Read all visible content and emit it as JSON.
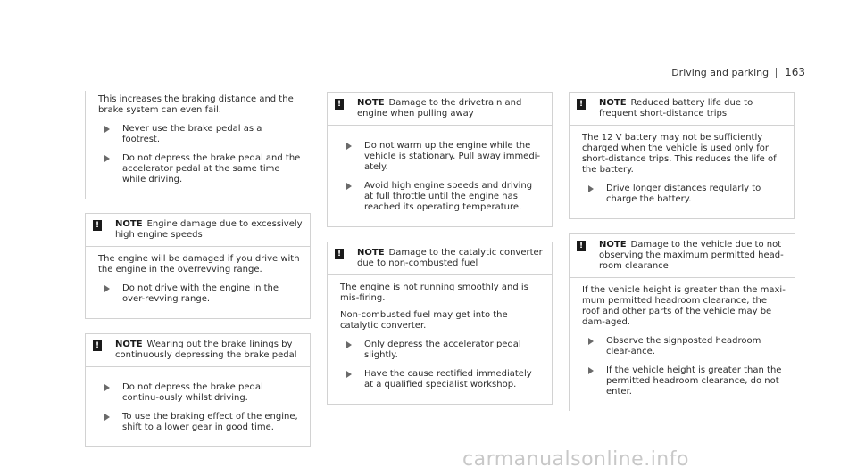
{
  "header": {
    "section": "Driving and parking",
    "page": "163"
  },
  "columns": [
    {
      "intro": {
        "paragraph": "This increases the braking distance and the brake system can even fail.",
        "bullets": [
          "Never use the brake pedal as a footrest.",
          "Do not depress the brake pedal and the accelerator pedal at the same time while driving."
        ]
      },
      "notes": [
        {
          "label": "NOTE",
          "title": "Engine damage due to excessively high engine speeds",
          "paragraphs": [
            "The engine will be damaged if you drive with the engine in the overrevving range."
          ],
          "bullets": [
            "Do not drive with the engine in the over-revving range."
          ]
        },
        {
          "label": "NOTE",
          "title": "Wearing out the brake linings by continuously depressing the brake pedal",
          "paragraphs": [],
          "bullets": [
            "Do not depress the brake pedal continu-ously whilst driving.",
            "To use the braking effect of the engine, shift to a lower gear in good time."
          ]
        }
      ]
    },
    {
      "notes": [
        {
          "label": "NOTE",
          "title": "Damage to the drivetrain and engine when pulling away",
          "paragraphs": [],
          "bullets": [
            "Do not warm up the engine while the vehicle is stationary. Pull away immedi-ately.",
            "Avoid high engine speeds and driving at full throttle until the engine has reached its operating temperature."
          ]
        },
        {
          "label": "NOTE",
          "title": "Damage to the catalytic converter due to non-combusted fuel",
          "paragraphs": [
            "The engine is not running smoothly and is mis-firing.",
            "Non-combusted fuel may get into the catalytic converter."
          ],
          "bullets": [
            "Only depress the accelerator pedal slightly.",
            "Have the cause rectified immediately at a qualified specialist workshop."
          ]
        }
      ]
    },
    {
      "notes": [
        {
          "label": "NOTE",
          "title": "Reduced battery life due to frequent short-distance trips",
          "paragraphs": [
            "The 12 V battery may not be sufficiently charged when the vehicle is used only for short-distance trips. This reduces the life of the battery."
          ],
          "bullets": [
            "Drive longer distances regularly to charge the battery."
          ]
        },
        {
          "label": "NOTE",
          "title": "Damage to the vehicle due to not observing the maximum permitted head-room clearance",
          "paragraphs": [
            "If the vehicle height is greater than the maxi-mum permitted headroom clearance, the roof and other parts of the vehicle may be dam-aged."
          ],
          "bullets": [
            "Observe the signposted headroom clear-ance.",
            "If the vehicle height is greater than the permitted headroom clearance, do not enter."
          ]
        }
      ]
    }
  ],
  "watermark": "carmanualsonline.info",
  "warn_symbol": "!"
}
